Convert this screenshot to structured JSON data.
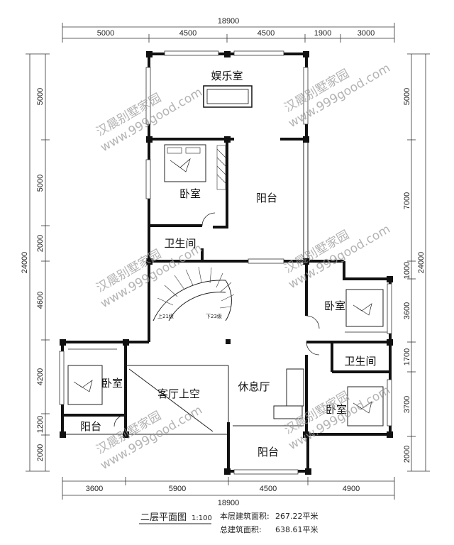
{
  "dimensions": {
    "top_total": "18900",
    "top_segments": [
      "5000",
      "4500",
      "4500",
      "1900",
      "3000"
    ],
    "bottom_total": "18900",
    "bottom_segments": [
      "3600",
      "5900",
      "4500",
      "4900"
    ],
    "left_total": "24000",
    "left_segments": [
      "5000",
      "5000",
      "2000",
      "4600",
      "4200",
      "1200",
      "2000"
    ],
    "right_total": "24000",
    "right_segments": [
      "5000",
      "7000",
      "1000",
      "3600",
      "1700",
      "3700",
      "2000"
    ]
  },
  "rooms": {
    "entertainment": "娱乐室",
    "bedroom_top": "卧室",
    "balcony_top": "阳台",
    "bathroom_left": "卫生间",
    "bedroom_right_top": "卧室",
    "bathroom_right": "卫生间",
    "bedroom_right_bottom": "卧室",
    "bedroom_left": "卧室",
    "balcony_left": "阳台",
    "living_void": "客厅上空",
    "lounge": "休息厅",
    "balcony_bottom": "阳台"
  },
  "stairs": {
    "up_label": "上21级",
    "down_label": "下23级"
  },
  "watermark": {
    "brand": "汉晨别墅家园",
    "site": "www.999good.com"
  },
  "footer": {
    "title": "二层平面图",
    "scale": "1:100",
    "floor_area_label": "本层建筑面积:",
    "floor_area_value": "267.22平米",
    "total_area_label": "总建筑面积:",
    "total_area_value": "638.61平米"
  }
}
